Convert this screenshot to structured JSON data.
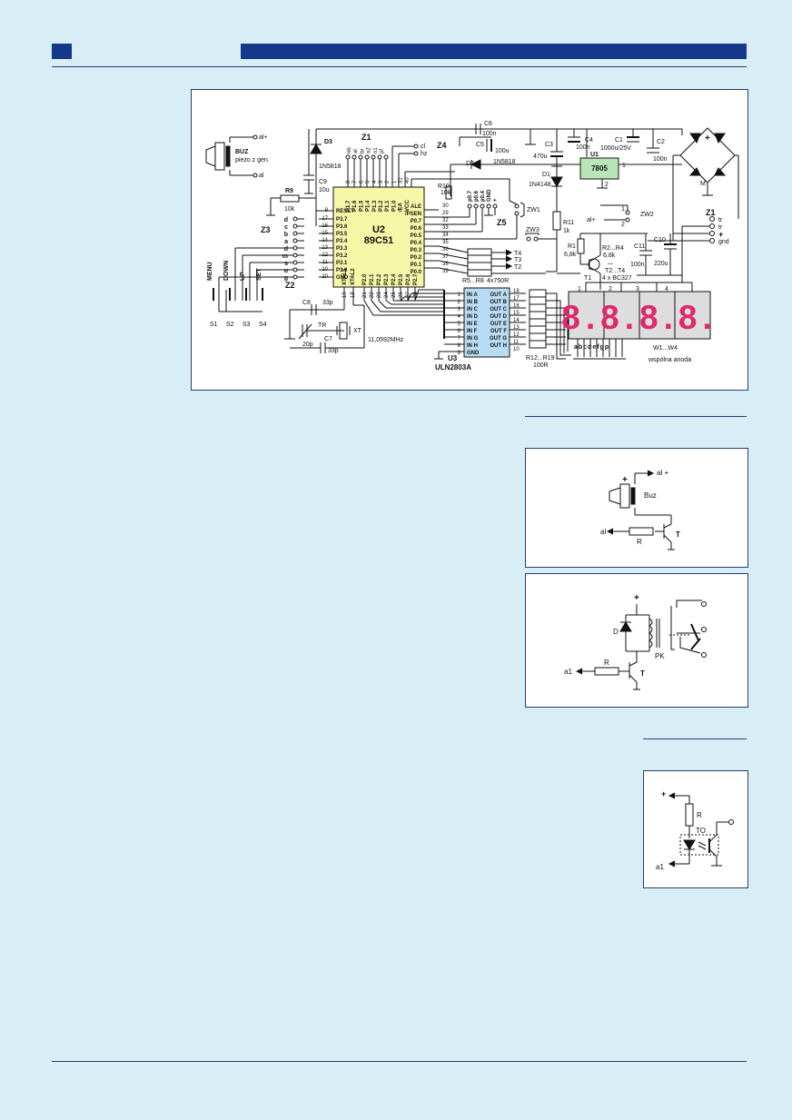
{
  "colors": {
    "background": "#d8eef6",
    "header_bar": "#16388a",
    "chip": "#f7f7a8",
    "regulator": "#b8e6b8",
    "driver": "#b8dcf4",
    "display_segment": "#e0286e"
  },
  "main": {
    "buz": {
      "name": "BUZ",
      "desc": "piezo z gen.",
      "al_plus": "al+",
      "al": "al"
    },
    "d3": {
      "name": "D3",
      "part": "1N5818"
    },
    "c9": {
      "name": "C9",
      "value": "10u"
    },
    "r9": {
      "name": "R9",
      "value": "10k"
    },
    "z1": "Z1",
    "z1_pins": [
      "nb",
      "al",
      "br",
      "o2",
      "o1",
      "pf"
    ],
    "z4": "Z4",
    "z4_labels": [
      "cl",
      "hz"
    ],
    "c6": {
      "name": "C6",
      "value": "100n"
    },
    "c5": {
      "name": "C5",
      "value": "100u"
    },
    "c4": {
      "name": "C4",
      "value": "100n"
    },
    "c3": {
      "name": "C3",
      "value": "470u"
    },
    "c1": {
      "name": "C1",
      "value": "1000u/25V"
    },
    "c2": {
      "name": "C2",
      "value": "100n"
    },
    "u1": {
      "name": "U1",
      "part": "7805",
      "pins": [
        "3",
        "2",
        "1"
      ]
    },
    "d2": {
      "name": "D2",
      "part": "1N5818"
    },
    "d1": {
      "name": "D1",
      "part": "1N4148"
    },
    "m": "M",
    "bridge_plus": "+",
    "z1_right": {
      "name": "Z1",
      "pins": [
        "tr",
        "tr",
        "+",
        "gnd"
      ]
    },
    "u2": {
      "name": "U2",
      "part": "89C51",
      "top_pins": [
        "P1.7",
        "P1.6",
        "P1.5",
        "P1.4",
        "P1.3",
        "P1.2",
        "P1.1",
        "P1.0",
        "/EA",
        "VCC"
      ],
      "top_nums": [
        "8",
        "7",
        "6",
        "5",
        "4",
        "3",
        "2",
        "1",
        "31",
        "40"
      ],
      "left_pins": [
        "RESET",
        "P3.7",
        "P3.6",
        "P3.5",
        "P3.4",
        "P3.3",
        "P3.2",
        "P3.1",
        "P3.0",
        "GND"
      ],
      "left_nums": [
        "9",
        "17",
        "16",
        "15",
        "14",
        "13",
        "12",
        "11",
        "10",
        "20"
      ],
      "right_pins": [
        "ALE",
        "/PSEN",
        "P0.7",
        "P0.6",
        "P0.5",
        "P0.4",
        "P0.3",
        "P0.2",
        "P0.1",
        "P0.0"
      ],
      "right_nums": [
        "30",
        "29",
        "32",
        "33",
        "34",
        "35",
        "36",
        "37",
        "38",
        "39"
      ],
      "bottom_pins": [
        "XTAL1",
        "XTAL2",
        "P2.0",
        "P2.1",
        "P2.2",
        "P2.3",
        "P2.4",
        "P2.5",
        "P2.6",
        "P2.7"
      ],
      "bottom_nums": [
        "19",
        "18",
        "21",
        "22",
        "23",
        "24",
        "25",
        "26",
        "27",
        "28"
      ]
    },
    "z3": "Z3",
    "z3_pins": [
      "d",
      "c",
      "b",
      "a",
      "d",
      "m",
      "s",
      "u",
      "g"
    ],
    "z2": "Z2",
    "switches": {
      "labels": [
        "MENU",
        "DOWN",
        "UP",
        "SET"
      ],
      "names": [
        "S1",
        "S2",
        "S3",
        "S4"
      ]
    },
    "r10": {
      "name": "R10",
      "value": "10k"
    },
    "z5": {
      "name": "Z5",
      "pins": [
        "p0.7",
        "p0.6",
        "p0.4",
        "GND",
        "+"
      ]
    },
    "zw1": "ZW1",
    "zw2": "ZW2",
    "zw3": "ZW3",
    "zw2_label": "al+",
    "zw2_nums": [
      "1",
      "2"
    ],
    "r11": {
      "name": "R11",
      "value": "1k"
    },
    "r1": {
      "name": "R1",
      "value": "6,8k"
    },
    "r2r4": {
      "name": "R2...R4",
      "value": "6,8k",
      "dots": "..."
    },
    "t1": "T1",
    "t2t4": {
      "name": "T2...T4",
      "part": "4 x BC327"
    },
    "c11": {
      "name": "C11",
      "value": "100n"
    },
    "c10": {
      "name": "C10",
      "value": "220u"
    },
    "transistor_outs": [
      "T4",
      "T3",
      "T2"
    ],
    "r5r8": {
      "name": "R5...R8",
      "value": "4x750R"
    },
    "u3": {
      "name": "U3",
      "part": "ULN2803A",
      "inputs": [
        "IN A",
        "IN B",
        "IN C",
        "IN D",
        "IN E",
        "IN F",
        "IN G",
        "IN H",
        "GND"
      ],
      "outputs": [
        "OUT A",
        "OUT B",
        "OUT C",
        "OUT D",
        "OUT E",
        "OUT F",
        "OUT G",
        "OUT H"
      ],
      "left_nums": [
        "1",
        "2",
        "3",
        "4",
        "5",
        "6",
        "7",
        "8",
        "9"
      ],
      "right_nums": [
        "18",
        "17",
        "16",
        "15",
        "14",
        "13",
        "12",
        "11",
        "10"
      ]
    },
    "r12r19": {
      "name": "R12...R19",
      "value": "100R"
    },
    "display": {
      "digit_nums": [
        "1",
        "2",
        "3",
        "4"
      ],
      "name": "W1...W4",
      "desc": "wspólna anoda",
      "segments": "abcdefgp",
      "digit_text": "8.8.8.8."
    },
    "c8": {
      "name": "C8",
      "value": "33p"
    },
    "c7": {
      "name": "C7",
      "value": "33p"
    },
    "tr": {
      "name": "TR",
      "value": "20p"
    },
    "xt": {
      "name": "XT",
      "value": "11,0592MHz"
    }
  },
  "fig_buz": {
    "al_plus": "al +",
    "plus": "+",
    "buz": "Buz",
    "t": "T",
    "al": "al",
    "r": "R"
  },
  "fig_relay": {
    "plus": "+",
    "d": "D",
    "pk": "PK",
    "r": "R",
    "a1": "a1",
    "t": "T"
  },
  "fig_opto": {
    "plus": "+",
    "r": "R",
    "to": "TO",
    "a1": "a1"
  }
}
